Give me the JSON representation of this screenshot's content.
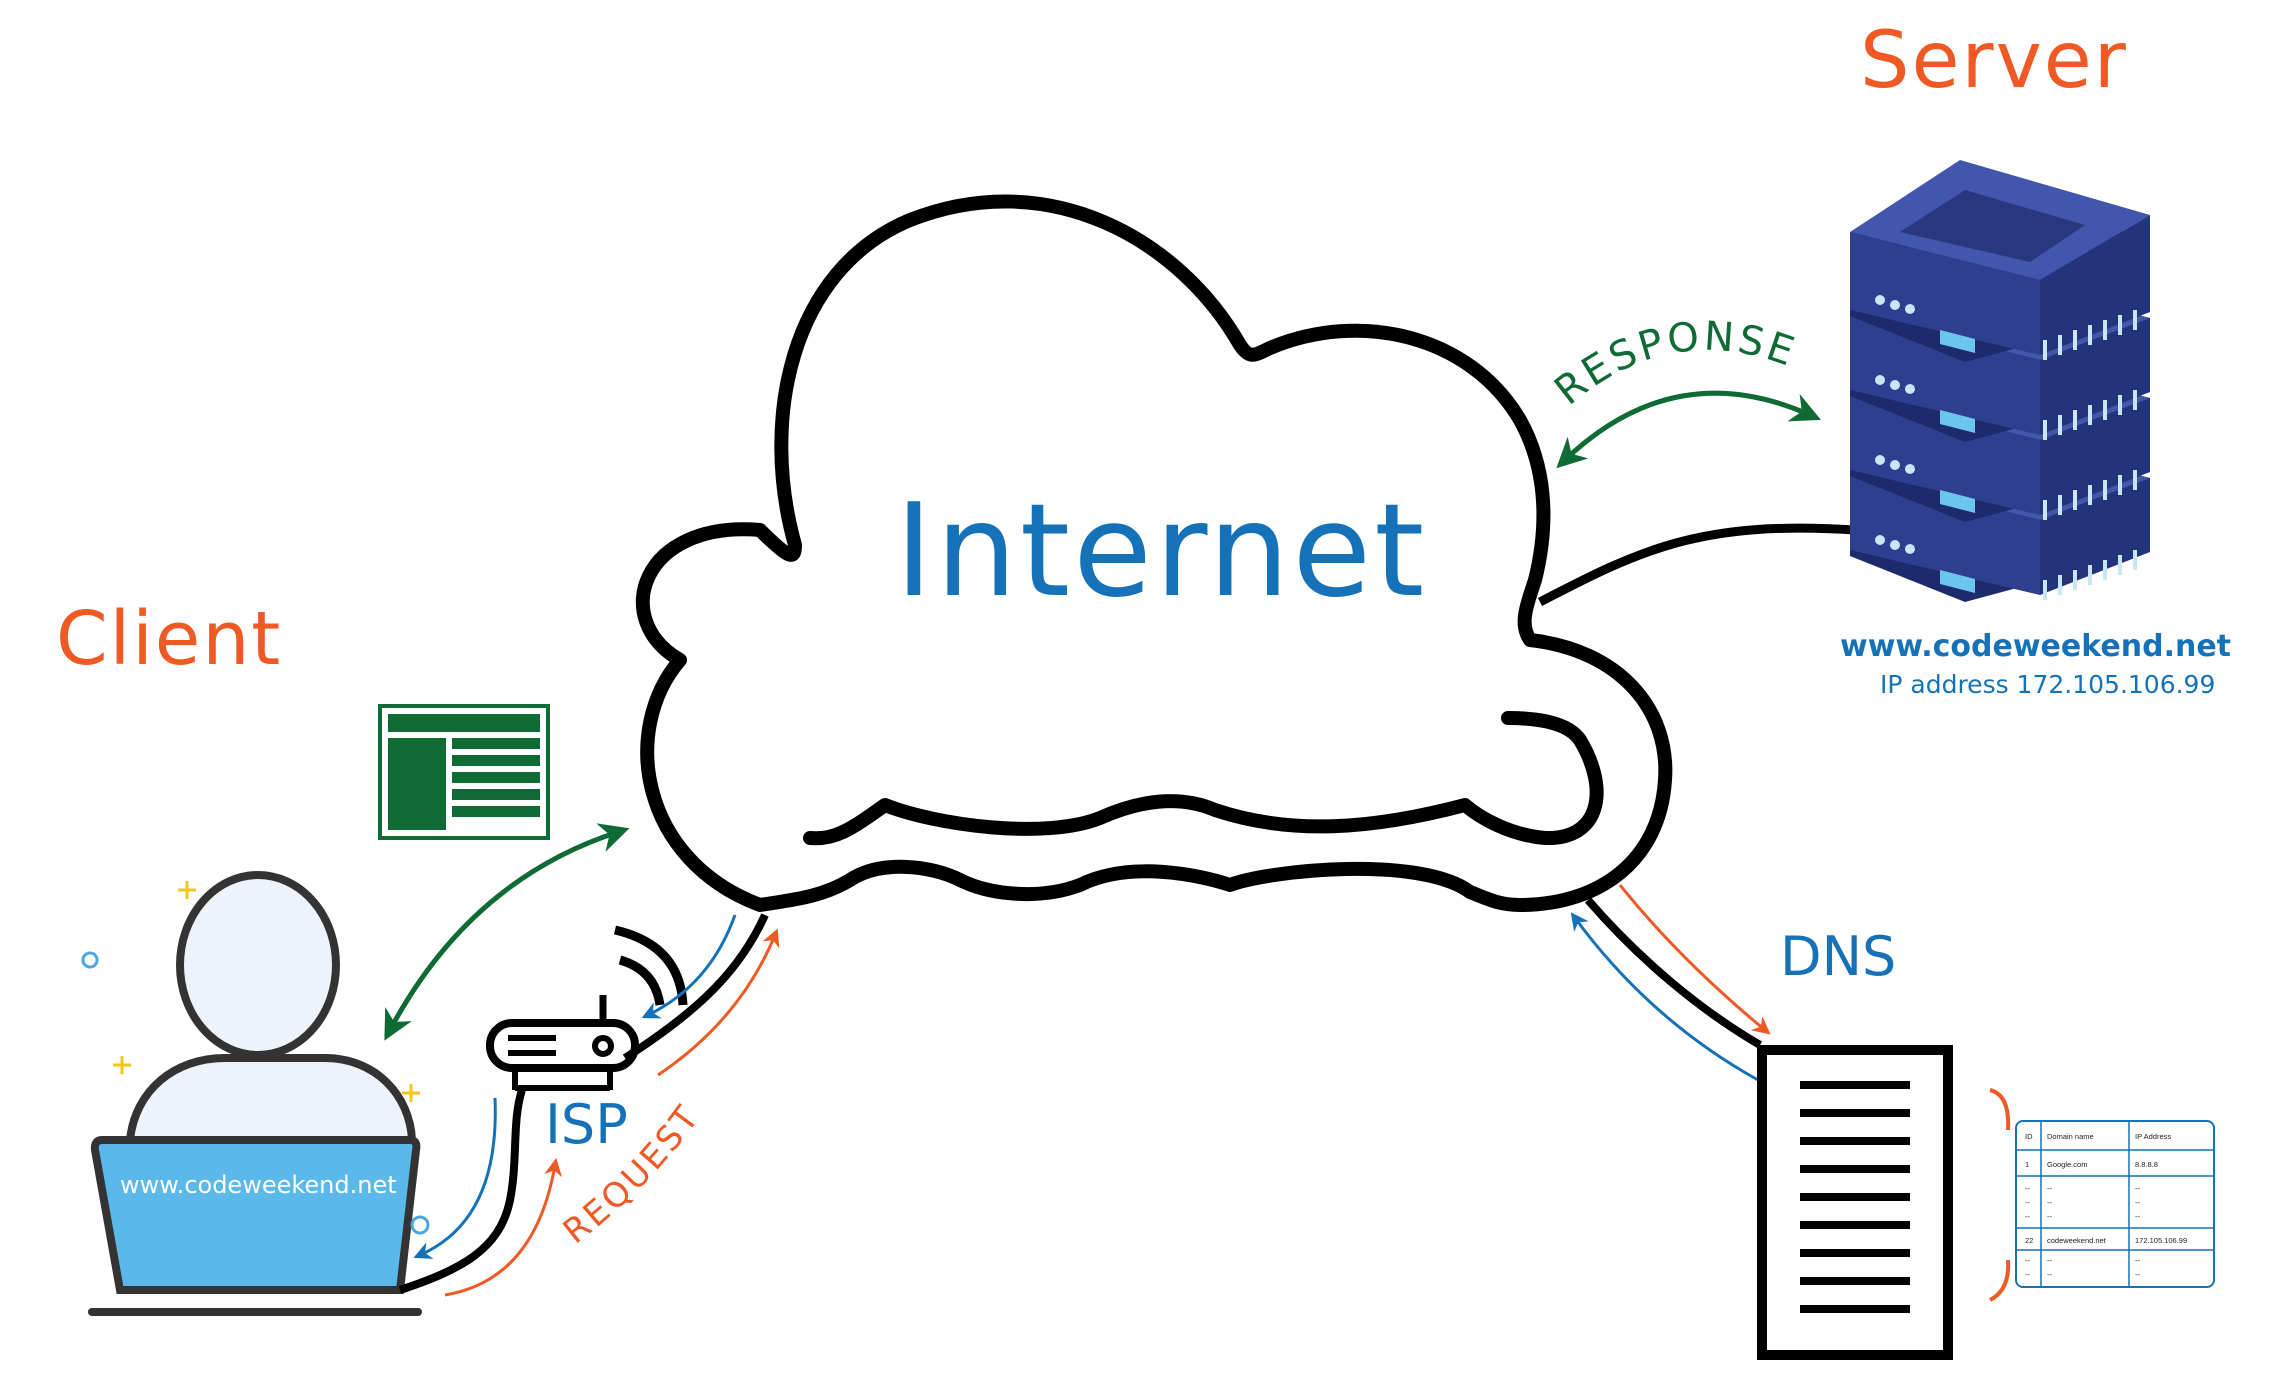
{
  "titles": {
    "server": "Server",
    "client": "Client",
    "internet": "Internet"
  },
  "labels": {
    "isp": "ISP",
    "dns": "DNS",
    "request": "REQUEST",
    "response": "RESPONSE"
  },
  "server": {
    "url": "www.codeweekend.net",
    "ip": "IP address 172.105.106.99"
  },
  "client": {
    "laptop_screen_text": "www.codeweekend.net"
  },
  "dns_table": {
    "headers": [
      "ID",
      "Domain name",
      "IP Address"
    ],
    "rows": [
      [
        "1",
        "Google.com",
        "8.8.8.8"
      ],
      [
        "--",
        "--",
        "--"
      ],
      [
        "--",
        "--",
        "--"
      ],
      [
        "--",
        "--",
        "--"
      ],
      [
        "22",
        "codeweekend.net",
        "172.105.106.99"
      ],
      [
        "--",
        "--",
        "--"
      ],
      [
        "--",
        "--",
        "--"
      ]
    ]
  },
  "colors": {
    "orange": "#ef5a24",
    "blue": "#1672b8",
    "green": "#0e6b34",
    "server_navy": "#2e3f8f",
    "laptop_blue": "#5ab8ea",
    "black": "#000000"
  }
}
